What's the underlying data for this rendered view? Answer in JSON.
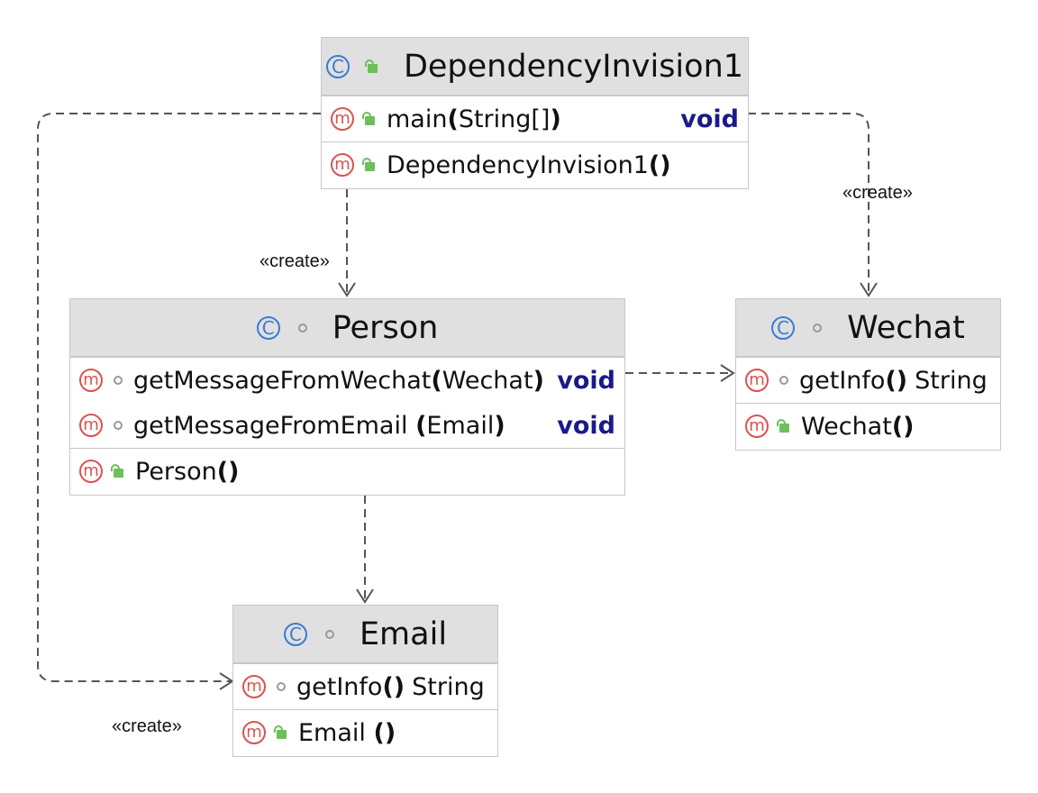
{
  "classes": {
    "dependency": {
      "name": "DependencyInvision1",
      "methods": [
        {
          "name": "main",
          "params": "String[]",
          "returns": "void"
        }
      ],
      "constructors": [
        {
          "name": "DependencyInvision1",
          "params": ""
        }
      ]
    },
    "person": {
      "name": "Person",
      "methods": [
        {
          "name": "getMessageFromWechat",
          "params": "Wechat",
          "returns": "void"
        },
        {
          "name": "getMessageFromEmail ",
          "params": "Email",
          "returns": "void"
        }
      ],
      "constructors": [
        {
          "name": "Person",
          "params": ""
        }
      ]
    },
    "wechat": {
      "name": "Wechat",
      "methods": [
        {
          "name": "getInfo",
          "params": "",
          "returns": "String"
        }
      ],
      "constructors": [
        {
          "name": "Wechat",
          "params": ""
        }
      ]
    },
    "email": {
      "name": "Email",
      "methods": [
        {
          "name": "getInfo",
          "params": "",
          "returns": "String"
        }
      ],
      "constructors": [
        {
          "name": "Email ",
          "params": ""
        }
      ]
    }
  },
  "edge_labels": {
    "create_person": "«create»",
    "create_wechat": "«create»",
    "create_email": "«create»"
  },
  "colors": {
    "class_icon": "#3a7bd5",
    "method_icon": "#d9534f",
    "public_icon": "#6cbf5a",
    "keyword": "#1a1a8a",
    "header_bg": "#e0e0e0"
  },
  "icons": {
    "class": "C",
    "method": "m"
  }
}
